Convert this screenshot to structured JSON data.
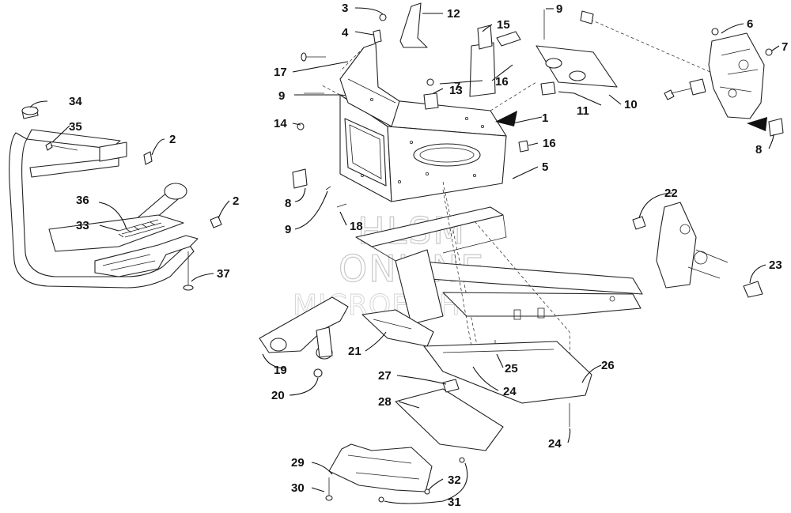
{
  "watermark": {
    "line1": "HLSM",
    "line2": "ONLINE",
    "line3": "MICROFICHE"
  },
  "callouts": [
    {
      "id": "c1",
      "text": "1"
    },
    {
      "id": "c2a",
      "text": "2"
    },
    {
      "id": "c2b",
      "text": "2"
    },
    {
      "id": "c3",
      "text": "3"
    },
    {
      "id": "c4",
      "text": "4"
    },
    {
      "id": "c5",
      "text": "5"
    },
    {
      "id": "c6",
      "text": "6"
    },
    {
      "id": "c7a",
      "text": "7"
    },
    {
      "id": "c7b",
      "text": "7"
    },
    {
      "id": "c8a",
      "text": "8"
    },
    {
      "id": "c8b",
      "text": "8"
    },
    {
      "id": "c9a",
      "text": "9"
    },
    {
      "id": "c9b",
      "text": "9"
    },
    {
      "id": "c9c",
      "text": "9"
    },
    {
      "id": "c10",
      "text": "10"
    },
    {
      "id": "c11",
      "text": "11"
    },
    {
      "id": "c12",
      "text": "12"
    },
    {
      "id": "c13",
      "text": "13"
    },
    {
      "id": "c14",
      "text": "14"
    },
    {
      "id": "c15",
      "text": "15"
    },
    {
      "id": "c16a",
      "text": "16"
    },
    {
      "id": "c16b",
      "text": "16"
    },
    {
      "id": "c17",
      "text": "17"
    },
    {
      "id": "c18",
      "text": "18"
    },
    {
      "id": "c19",
      "text": "19"
    },
    {
      "id": "c20",
      "text": "20"
    },
    {
      "id": "c21",
      "text": "21"
    },
    {
      "id": "c22",
      "text": "22"
    },
    {
      "id": "c23",
      "text": "23"
    },
    {
      "id": "c24a",
      "text": "24"
    },
    {
      "id": "c24b",
      "text": "24"
    },
    {
      "id": "c25",
      "text": "25"
    },
    {
      "id": "c26",
      "text": "26"
    },
    {
      "id": "c27",
      "text": "27"
    },
    {
      "id": "c28",
      "text": "28"
    },
    {
      "id": "c29",
      "text": "29"
    },
    {
      "id": "c30",
      "text": "30"
    },
    {
      "id": "c31",
      "text": "31"
    },
    {
      "id": "c32",
      "text": "32"
    },
    {
      "id": "c33",
      "text": "33"
    },
    {
      "id": "c34",
      "text": "34"
    },
    {
      "id": "c35",
      "text": "35"
    },
    {
      "id": "c36",
      "text": "36"
    },
    {
      "id": "c37",
      "text": "37"
    }
  ]
}
